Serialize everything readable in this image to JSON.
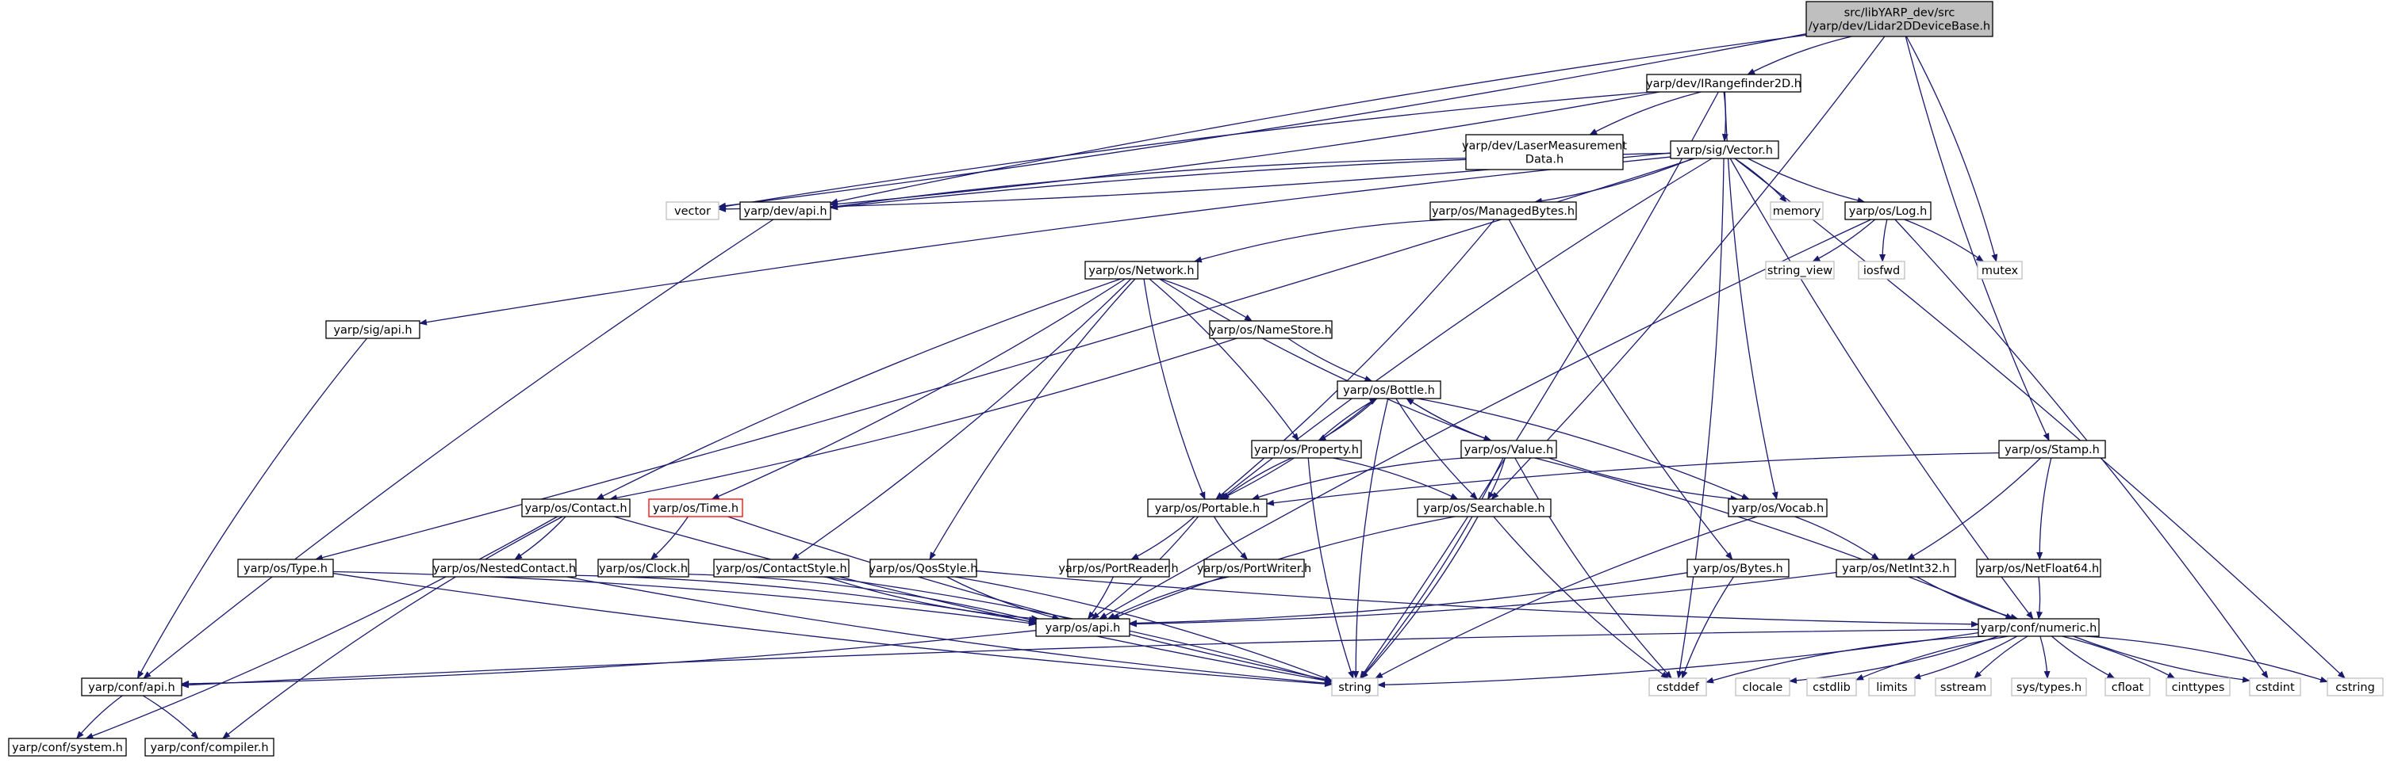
{
  "colors": {
    "edge": "#191970",
    "node_fill": "#ffffff",
    "node_border": "#000000",
    "external_border": "#bfbfbf",
    "root_fill": "#bfbfbf",
    "truncated_border": "#ff0000"
  },
  "graph": {
    "nodes": [
      {
        "id": "root",
        "lines": [
          "src/libYARP_dev/src",
          "/yarp/dev/Lidar2DDeviceBase.h"
        ],
        "kind": "root"
      },
      {
        "id": "irangefinder",
        "lines": [
          "yarp/dev/IRangefinder2D.h"
        ],
        "kind": "file"
      },
      {
        "id": "vector",
        "lines": [
          "vector"
        ],
        "kind": "external"
      },
      {
        "id": "devapi",
        "lines": [
          "yarp/dev/api.h"
        ],
        "kind": "file"
      },
      {
        "id": "lasermeas",
        "lines": [
          "yarp/dev/LaserMeasurement",
          "Data.h"
        ],
        "kind": "file"
      },
      {
        "id": "sigvector",
        "lines": [
          "yarp/sig/Vector.h"
        ],
        "kind": "file"
      },
      {
        "id": "memory",
        "lines": [
          "memory"
        ],
        "kind": "external"
      },
      {
        "id": "oslog",
        "lines": [
          "yarp/os/Log.h"
        ],
        "kind": "file"
      },
      {
        "id": "managedbytes",
        "lines": [
          "yarp/os/ManagedBytes.h"
        ],
        "kind": "file"
      },
      {
        "id": "mutex",
        "lines": [
          "mutex"
        ],
        "kind": "external"
      },
      {
        "id": "string_view",
        "lines": [
          "string_view"
        ],
        "kind": "external"
      },
      {
        "id": "iosfwd",
        "lines": [
          "iosfwd"
        ],
        "kind": "external"
      },
      {
        "id": "network",
        "lines": [
          "yarp/os/Network.h"
        ],
        "kind": "file"
      },
      {
        "id": "sigapi",
        "lines": [
          "yarp/sig/api.h"
        ],
        "kind": "file"
      },
      {
        "id": "namestore",
        "lines": [
          "yarp/os/NameStore.h"
        ],
        "kind": "file"
      },
      {
        "id": "bottle",
        "lines": [
          "yarp/os/Bottle.h"
        ],
        "kind": "file"
      },
      {
        "id": "property",
        "lines": [
          "yarp/os/Property.h"
        ],
        "kind": "file"
      },
      {
        "id": "value",
        "lines": [
          "yarp/os/Value.h"
        ],
        "kind": "file"
      },
      {
        "id": "stamp",
        "lines": [
          "yarp/os/Stamp.h"
        ],
        "kind": "file"
      },
      {
        "id": "contact",
        "lines": [
          "yarp/os/Contact.h"
        ],
        "kind": "file"
      },
      {
        "id": "ostime",
        "lines": [
          "yarp/os/Time.h"
        ],
        "kind": "truncated"
      },
      {
        "id": "portable",
        "lines": [
          "yarp/os/Portable.h"
        ],
        "kind": "file"
      },
      {
        "id": "searchable",
        "lines": [
          "yarp/os/Searchable.h"
        ],
        "kind": "file"
      },
      {
        "id": "vocab",
        "lines": [
          "yarp/os/Vocab.h"
        ],
        "kind": "file"
      },
      {
        "id": "ostype",
        "lines": [
          "yarp/os/Type.h"
        ],
        "kind": "file"
      },
      {
        "id": "nestedcontact",
        "lines": [
          "yarp/os/NestedContact.h"
        ],
        "kind": "file"
      },
      {
        "id": "clock",
        "lines": [
          "yarp/os/Clock.h"
        ],
        "kind": "file"
      },
      {
        "id": "contactstyle",
        "lines": [
          "yarp/os/ContactStyle.h"
        ],
        "kind": "file"
      },
      {
        "id": "qosstyle",
        "lines": [
          "yarp/os/QosStyle.h"
        ],
        "kind": "file"
      },
      {
        "id": "portreader",
        "lines": [
          "yarp/os/PortReader.h"
        ],
        "kind": "file"
      },
      {
        "id": "portwriter",
        "lines": [
          "yarp/os/PortWriter.h"
        ],
        "kind": "file"
      },
      {
        "id": "osbytes",
        "lines": [
          "yarp/os/Bytes.h"
        ],
        "kind": "file"
      },
      {
        "id": "netint32",
        "lines": [
          "yarp/os/NetInt32.h"
        ],
        "kind": "file"
      },
      {
        "id": "netfloat64",
        "lines": [
          "yarp/os/NetFloat64.h"
        ],
        "kind": "file"
      },
      {
        "id": "osapi",
        "lines": [
          "yarp/os/api.h"
        ],
        "kind": "file"
      },
      {
        "id": "numeric",
        "lines": [
          "yarp/conf/numeric.h"
        ],
        "kind": "file"
      },
      {
        "id": "confapi",
        "lines": [
          "yarp/conf/api.h"
        ],
        "kind": "file"
      },
      {
        "id": "string",
        "lines": [
          "string"
        ],
        "kind": "external"
      },
      {
        "id": "cstddef",
        "lines": [
          "cstddef"
        ],
        "kind": "external"
      },
      {
        "id": "clocale",
        "lines": [
          "clocale"
        ],
        "kind": "external"
      },
      {
        "id": "cstdlib",
        "lines": [
          "cstdlib"
        ],
        "kind": "external"
      },
      {
        "id": "limits",
        "lines": [
          "limits"
        ],
        "kind": "external"
      },
      {
        "id": "sstream",
        "lines": [
          "sstream"
        ],
        "kind": "external"
      },
      {
        "id": "systypes",
        "lines": [
          "sys/types.h"
        ],
        "kind": "external"
      },
      {
        "id": "cfloat",
        "lines": [
          "cfloat"
        ],
        "kind": "external"
      },
      {
        "id": "cinttypes",
        "lines": [
          "cinttypes"
        ],
        "kind": "external"
      },
      {
        "id": "cstdint",
        "lines": [
          "cstdint"
        ],
        "kind": "external"
      },
      {
        "id": "cstring",
        "lines": [
          "cstring"
        ],
        "kind": "external"
      },
      {
        "id": "confsystem",
        "lines": [
          "yarp/conf/system.h"
        ],
        "kind": "file"
      },
      {
        "id": "confcompiler",
        "lines": [
          "yarp/conf/compiler.h"
        ],
        "kind": "file"
      }
    ],
    "edges": [
      [
        "root",
        "irangefinder"
      ],
      [
        "root",
        "vector"
      ],
      [
        "root",
        "devapi"
      ],
      [
        "root",
        "mutex"
      ],
      [
        "root",
        "stamp"
      ],
      [
        "root",
        "searchable"
      ],
      [
        "irangefinder",
        "vector"
      ],
      [
        "irangefinder",
        "devapi"
      ],
      [
        "irangefinder",
        "lasermeas"
      ],
      [
        "irangefinder",
        "sigvector"
      ],
      [
        "irangefinder",
        "vocab"
      ],
      [
        "irangefinder",
        "string"
      ],
      [
        "lasermeas",
        "devapi"
      ],
      [
        "sigvector",
        "vector"
      ],
      [
        "sigvector",
        "devapi"
      ],
      [
        "sigvector",
        "memory"
      ],
      [
        "sigvector",
        "oslog"
      ],
      [
        "sigvector",
        "managedbytes"
      ],
      [
        "sigvector",
        "sigapi"
      ],
      [
        "sigvector",
        "ostype"
      ],
      [
        "sigvector",
        "portable"
      ],
      [
        "sigvector",
        "cstddef"
      ],
      [
        "sigvector",
        "numeric"
      ],
      [
        "sigvector",
        "cstring"
      ],
      [
        "devapi",
        "confapi"
      ],
      [
        "oslog",
        "string_view"
      ],
      [
        "oslog",
        "iosfwd"
      ],
      [
        "oslog",
        "mutex"
      ],
      [
        "oslog",
        "osapi"
      ],
      [
        "oslog",
        "cstdint"
      ],
      [
        "managedbytes",
        "network"
      ],
      [
        "managedbytes",
        "portable"
      ],
      [
        "managedbytes",
        "osbytes"
      ],
      [
        "network",
        "namestore"
      ],
      [
        "network",
        "contact"
      ],
      [
        "network",
        "ostime"
      ],
      [
        "network",
        "portable"
      ],
      [
        "network",
        "property"
      ],
      [
        "network",
        "value"
      ],
      [
        "network",
        "contactstyle"
      ],
      [
        "network",
        "qosstyle"
      ],
      [
        "namestore",
        "contact"
      ],
      [
        "namestore",
        "bottle"
      ],
      [
        "bottle",
        "property"
      ],
      [
        "bottle",
        "value"
      ],
      [
        "bottle",
        "portable"
      ],
      [
        "bottle",
        "searchable"
      ],
      [
        "bottle",
        "vocab"
      ],
      [
        "bottle",
        "string"
      ],
      [
        "property",
        "bottle"
      ],
      [
        "property",
        "portable"
      ],
      [
        "property",
        "searchable"
      ],
      [
        "property",
        "string"
      ],
      [
        "value",
        "bottle"
      ],
      [
        "value",
        "portable"
      ],
      [
        "value",
        "searchable"
      ],
      [
        "value",
        "vocab"
      ],
      [
        "value",
        "string"
      ],
      [
        "value",
        "cstddef"
      ],
      [
        "value",
        "numeric"
      ],
      [
        "stamp",
        "portable"
      ],
      [
        "stamp",
        "netint32"
      ],
      [
        "stamp",
        "netfloat64"
      ],
      [
        "contact",
        "nestedcontact"
      ],
      [
        "contact",
        "string"
      ],
      [
        "contact",
        "confsystem"
      ],
      [
        "contact",
        "confcompiler"
      ],
      [
        "ostime",
        "clock"
      ],
      [
        "ostime",
        "string"
      ],
      [
        "portable",
        "portreader"
      ],
      [
        "portable",
        "portwriter"
      ],
      [
        "portable",
        "osapi"
      ],
      [
        "searchable",
        "osapi"
      ],
      [
        "searchable",
        "string"
      ],
      [
        "searchable",
        "cstddef"
      ],
      [
        "vocab",
        "netint32"
      ],
      [
        "vocab",
        "string"
      ],
      [
        "ostype",
        "osapi"
      ],
      [
        "ostype",
        "string"
      ],
      [
        "nestedcontact",
        "osapi"
      ],
      [
        "nestedcontact",
        "string"
      ],
      [
        "clock",
        "osapi"
      ],
      [
        "contactstyle",
        "osapi"
      ],
      [
        "contactstyle",
        "string"
      ],
      [
        "qosstyle",
        "osapi"
      ],
      [
        "qosstyle",
        "string"
      ],
      [
        "qosstyle",
        "numeric"
      ],
      [
        "portreader",
        "osapi"
      ],
      [
        "portwriter",
        "osapi"
      ],
      [
        "osbytes",
        "osapi"
      ],
      [
        "osbytes",
        "cstddef"
      ],
      [
        "netint32",
        "osapi"
      ],
      [
        "netint32",
        "numeric"
      ],
      [
        "netfloat64",
        "numeric"
      ],
      [
        "sigapi",
        "confapi"
      ],
      [
        "osapi",
        "confapi"
      ],
      [
        "numeric",
        "confapi"
      ],
      [
        "numeric",
        "string"
      ],
      [
        "numeric",
        "cstddef"
      ],
      [
        "numeric",
        "clocale"
      ],
      [
        "numeric",
        "cstdlib"
      ],
      [
        "numeric",
        "limits"
      ],
      [
        "numeric",
        "sstream"
      ],
      [
        "numeric",
        "systypes"
      ],
      [
        "numeric",
        "cfloat"
      ],
      [
        "numeric",
        "cinttypes"
      ],
      [
        "numeric",
        "cstdint"
      ],
      [
        "numeric",
        "cstring"
      ],
      [
        "confapi",
        "confsystem"
      ],
      [
        "confapi",
        "confcompiler"
      ]
    ]
  }
}
